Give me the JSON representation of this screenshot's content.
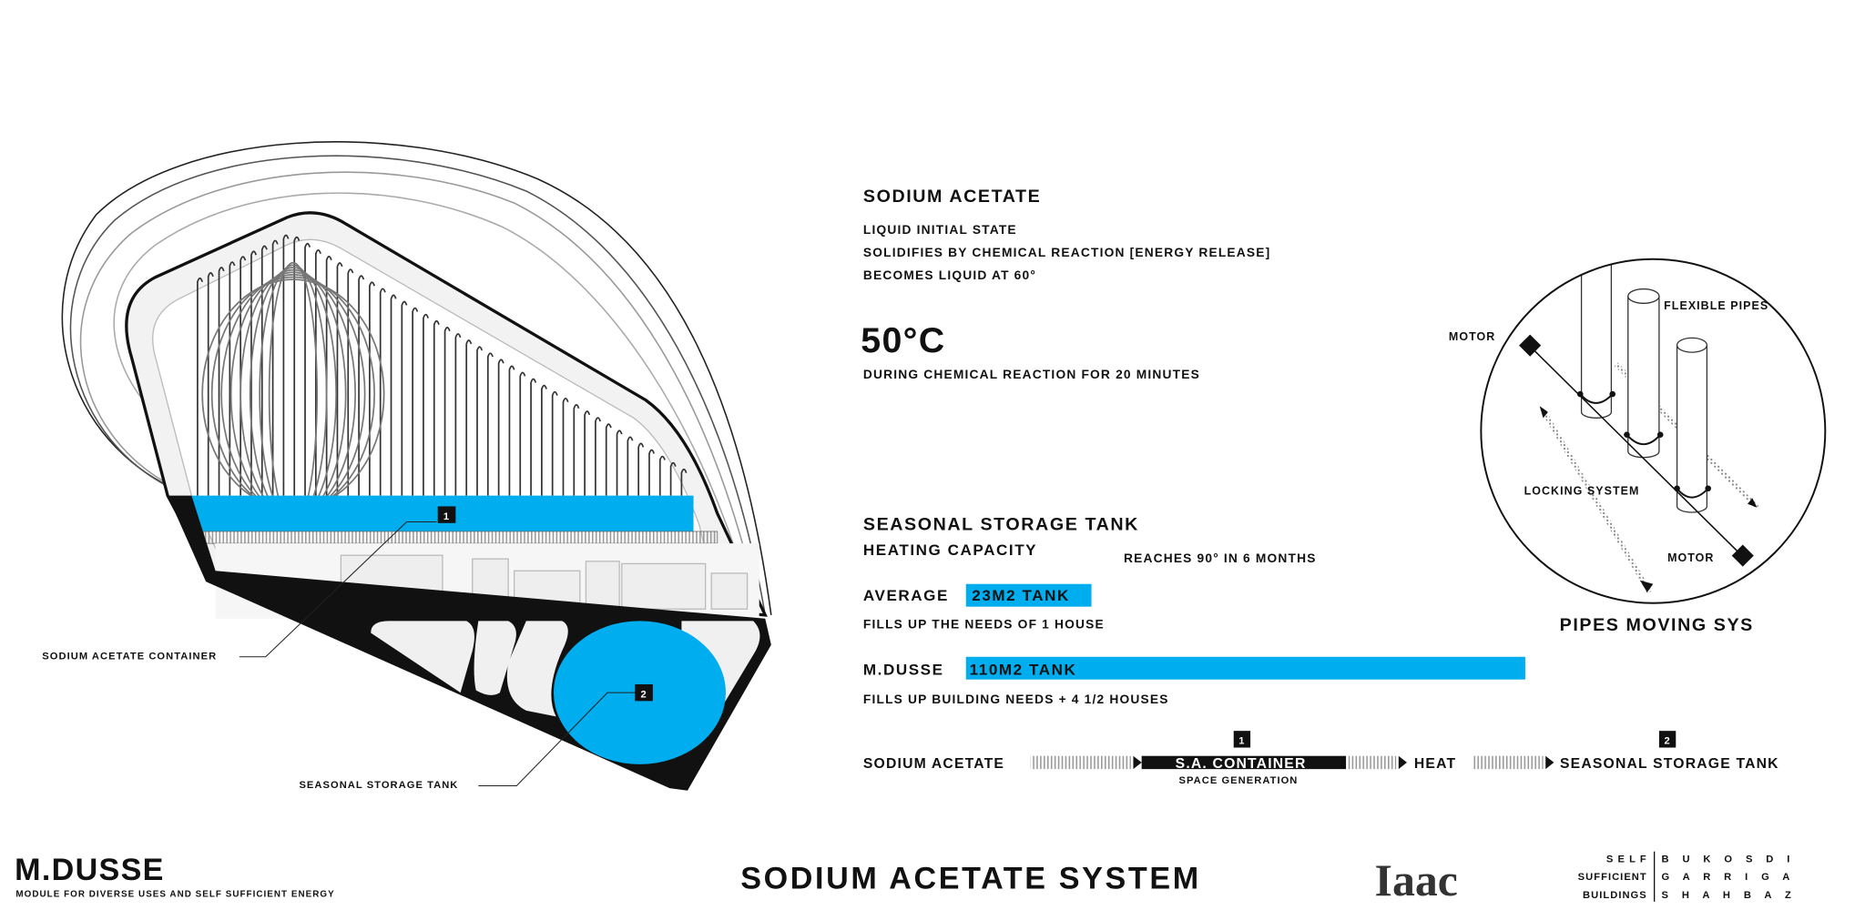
{
  "colors": {
    "accent": "#00aeef",
    "ink": "#111111"
  },
  "sodium_acetate": {
    "title": "Sodium Acetate",
    "lines": [
      "Liquid initial state",
      "Solidifies by chemical reaction [energy release]",
      "Becomes liquid at 60°"
    ],
    "temperature": "50°C",
    "temperature_note": "During chemical reaction for 20 minutes"
  },
  "storage": {
    "title": "Seasonal Storage Tank",
    "subtitle": "Heating capacity",
    "reaches": "Reaches 90° in 6 months",
    "average_label": "Average",
    "average_tank": "23m2 tank",
    "average_tank_m2": 23,
    "average_note": "Fills up the needs of 1 house",
    "mdusse_label": "M.Dusse",
    "mdusse_tank": "110m2 tank",
    "mdusse_tank_m2": 110,
    "mdusse_note": "Fills up building needs + 4 1/2 houses"
  },
  "flow": {
    "steps": [
      "Sodium Acetate",
      "S.A. Container",
      "Heat",
      "Seasonal Storage Tank"
    ],
    "badge_1": "1",
    "badge_2": "2",
    "container_note": "Space generation"
  },
  "drawing": {
    "label_container": "Sodium acetate container",
    "label_tank": "Seasonal storage tank",
    "badge_1": "1",
    "badge_2": "2"
  },
  "pipes_diagram": {
    "title": "Pipes moving sys",
    "motor_top": "Motor",
    "motor_bottom": "Motor",
    "flexible_pipes": "Flexible pipes",
    "locking_system": "Locking system"
  },
  "footer": {
    "project": "M.DUSSE",
    "project_sub": "Module for diverse uses and self sufficient energy",
    "sheet_title": "Sodium Acetate System",
    "logo": "Iaac",
    "program": [
      "S E L F",
      "SUFFICIENT",
      "BUILDINGS"
    ],
    "authors": [
      "B U K O S D I",
      "G A R R I G A",
      "S H A H B A Z"
    ]
  }
}
